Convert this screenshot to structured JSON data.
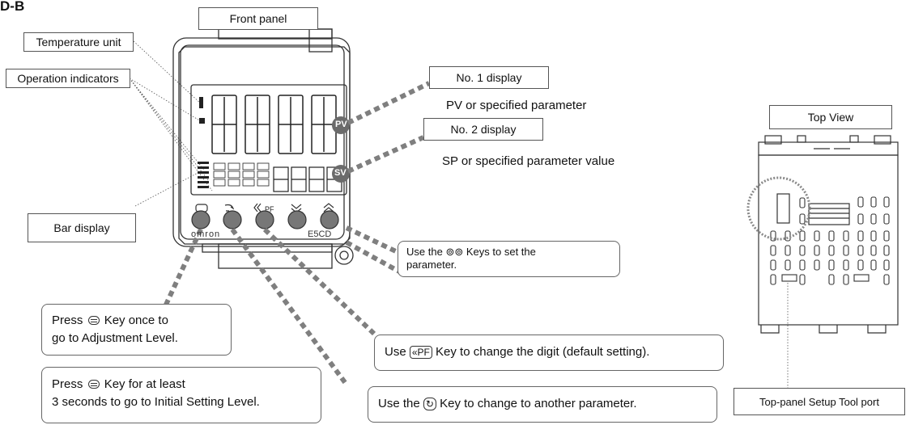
{
  "header": {
    "title": "D-B"
  },
  "front": {
    "heading": "Front panel",
    "temp_unit": "Temperature unit",
    "op_indicators": "Operation indicators",
    "bar_display": "Bar display",
    "no1_display": "No. 1 display",
    "no1_desc": "PV or specified parameter",
    "no2_display": "No. 2 display",
    "no2_desc": "SP or specified parameter value",
    "pv_label": "PV",
    "sv_label": "SV",
    "brand": "omron",
    "model": "E5CD",
    "keys_note_a": "Use the",
    "keys_note_b": "Keys to set the",
    "keys_note_c": "parameter.",
    "press_once_a": "Press",
    "press_once_b": "Key once to",
    "press_once_c": "go to Adjustment Level.",
    "press_hold_a": "Press",
    "press_hold_b": "Key for at least",
    "press_hold_c": "3 seconds to go to Initial Setting Level.",
    "pf_note_a": "Use",
    "pf_note_b": "Key to change the digit (default setting).",
    "mode_note_a": "Use the",
    "mode_note_b": "Key to change to another parameter."
  },
  "top": {
    "heading": "Top View",
    "port": "Top-panel Setup Tool port"
  },
  "colors": {
    "dash": "#7f7f7f",
    "line": "#333333",
    "pv_circle": "#6b6b6b"
  }
}
